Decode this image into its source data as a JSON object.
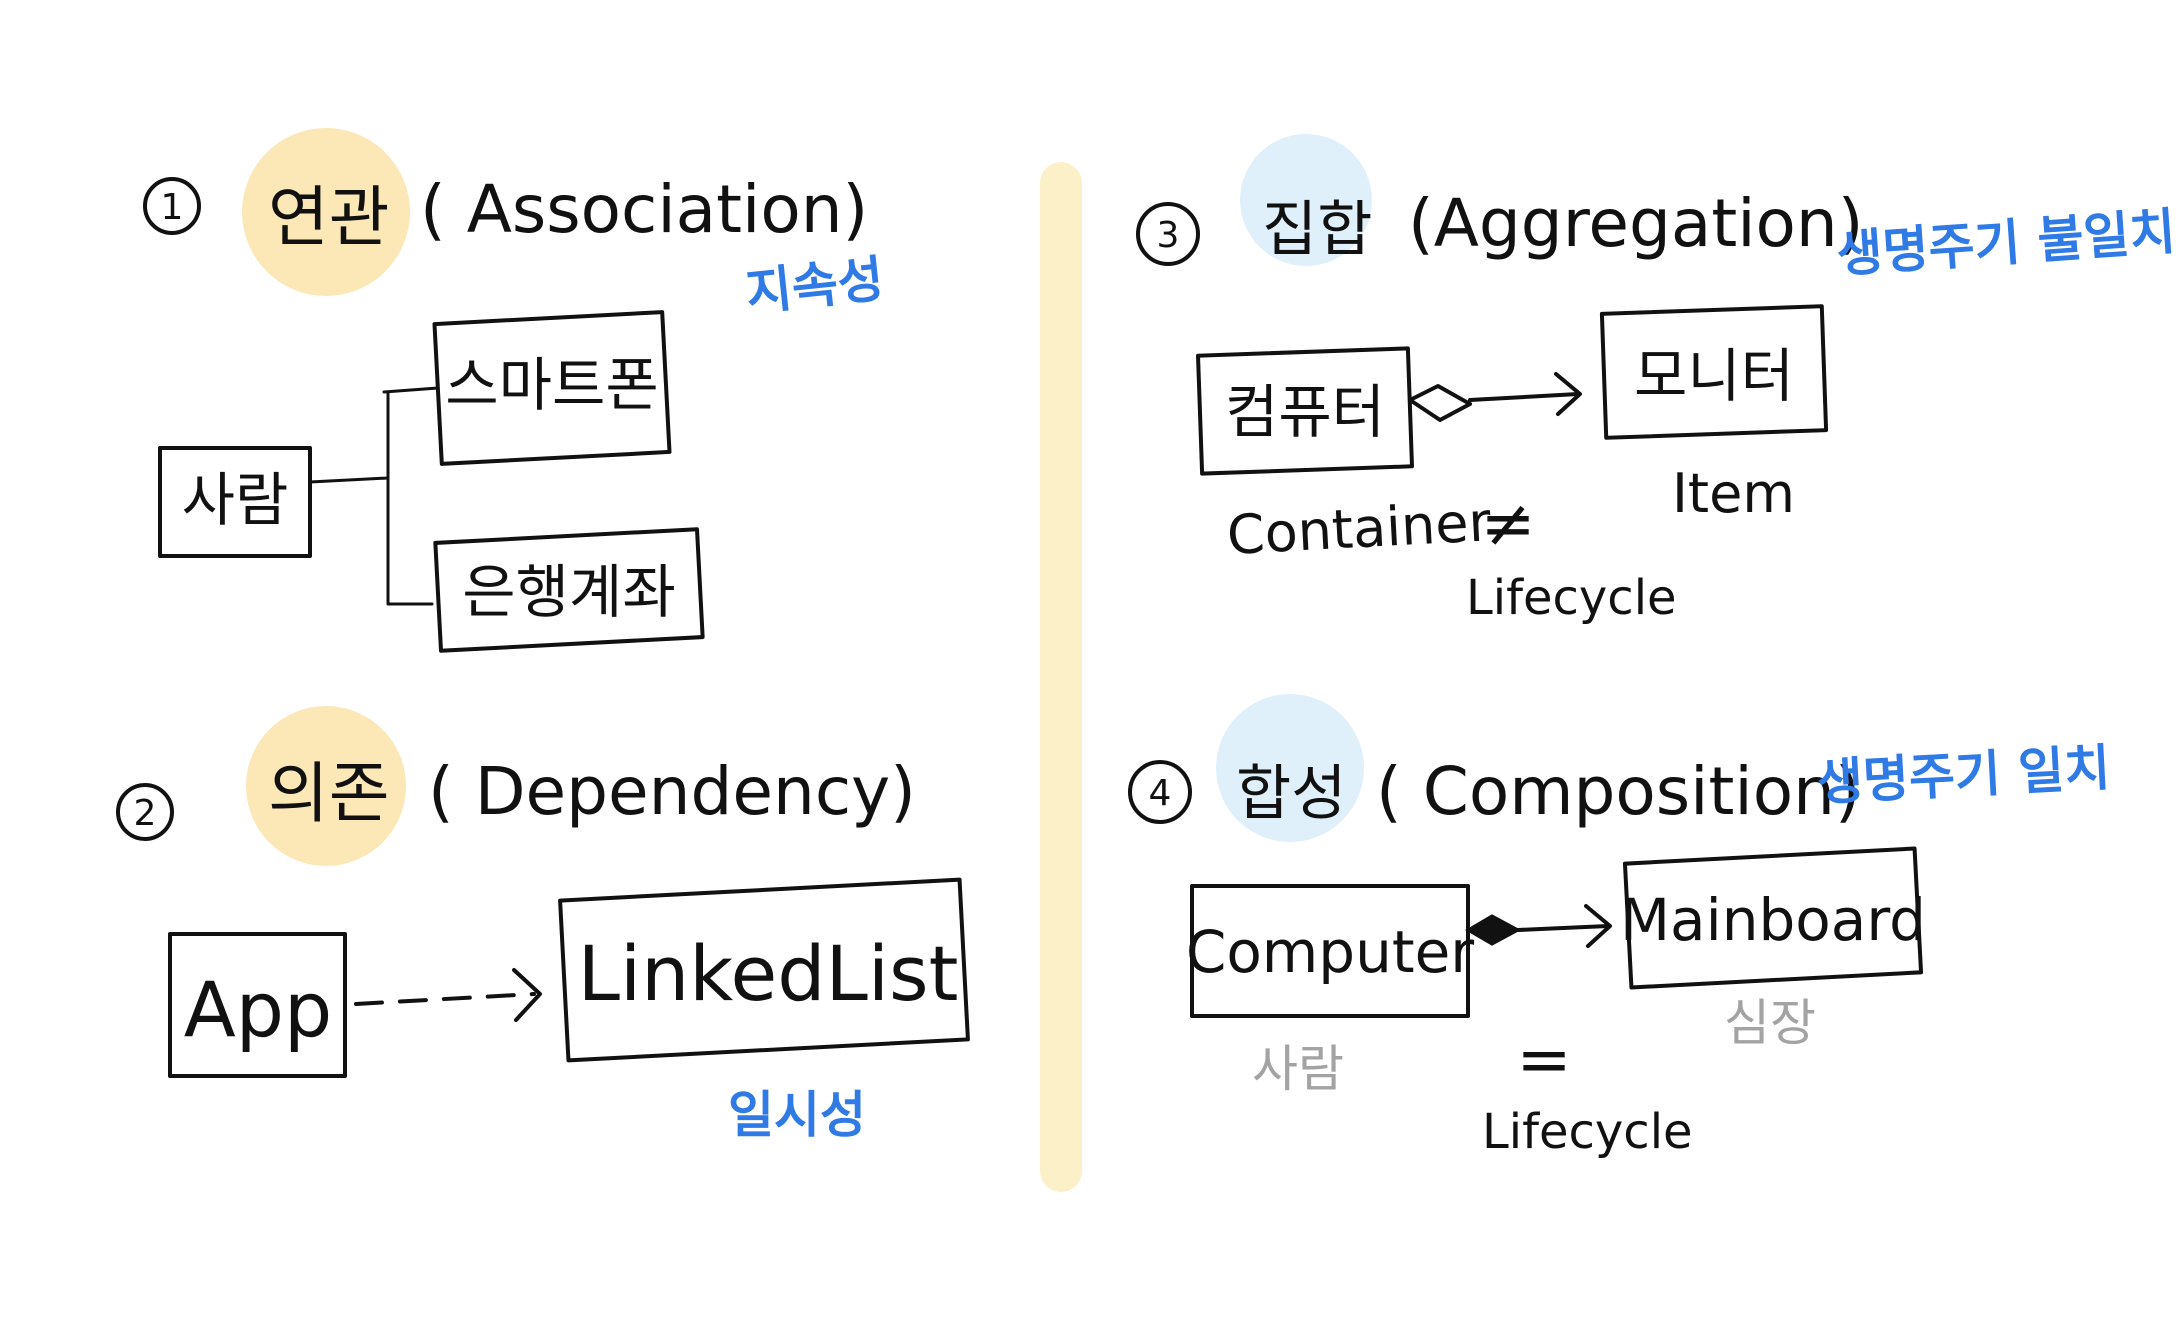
{
  "colors": {
    "highlight_yellow": "#fbe8b6",
    "highlight_blue": "#dff0fb",
    "divider": "#fcf0c8",
    "blue_note": "#2f7ae5",
    "gray_note": "#a3a3a3",
    "ink": "#111111"
  },
  "association": {
    "number": "1",
    "keyword": "연관",
    "english": "( Association)",
    "note": "지속성",
    "root": "사람",
    "children": [
      "스마트폰",
      "은행계좌"
    ]
  },
  "dependency": {
    "number": "2",
    "keyword": "의존",
    "english": "( Dependency)",
    "from": "App",
    "to": "LinkedList",
    "note": "일시성"
  },
  "aggregation": {
    "number": "3",
    "keyword": "집합",
    "english": "(Aggregation)",
    "note": "생명주기 불일치",
    "from": "컴퓨터",
    "to": "모니터",
    "from_role": "Container",
    "to_role": "Item",
    "relation_symbol": "≠",
    "relation_label": "Lifecycle"
  },
  "composition": {
    "number": "4",
    "keyword": "합성",
    "english": "( Composition)",
    "note": "생명주기 일치",
    "from": "Computer",
    "to": "Mainboard",
    "from_note": "사람",
    "to_note": "심장",
    "relation_symbol": "=",
    "relation_label": "Lifecycle"
  }
}
